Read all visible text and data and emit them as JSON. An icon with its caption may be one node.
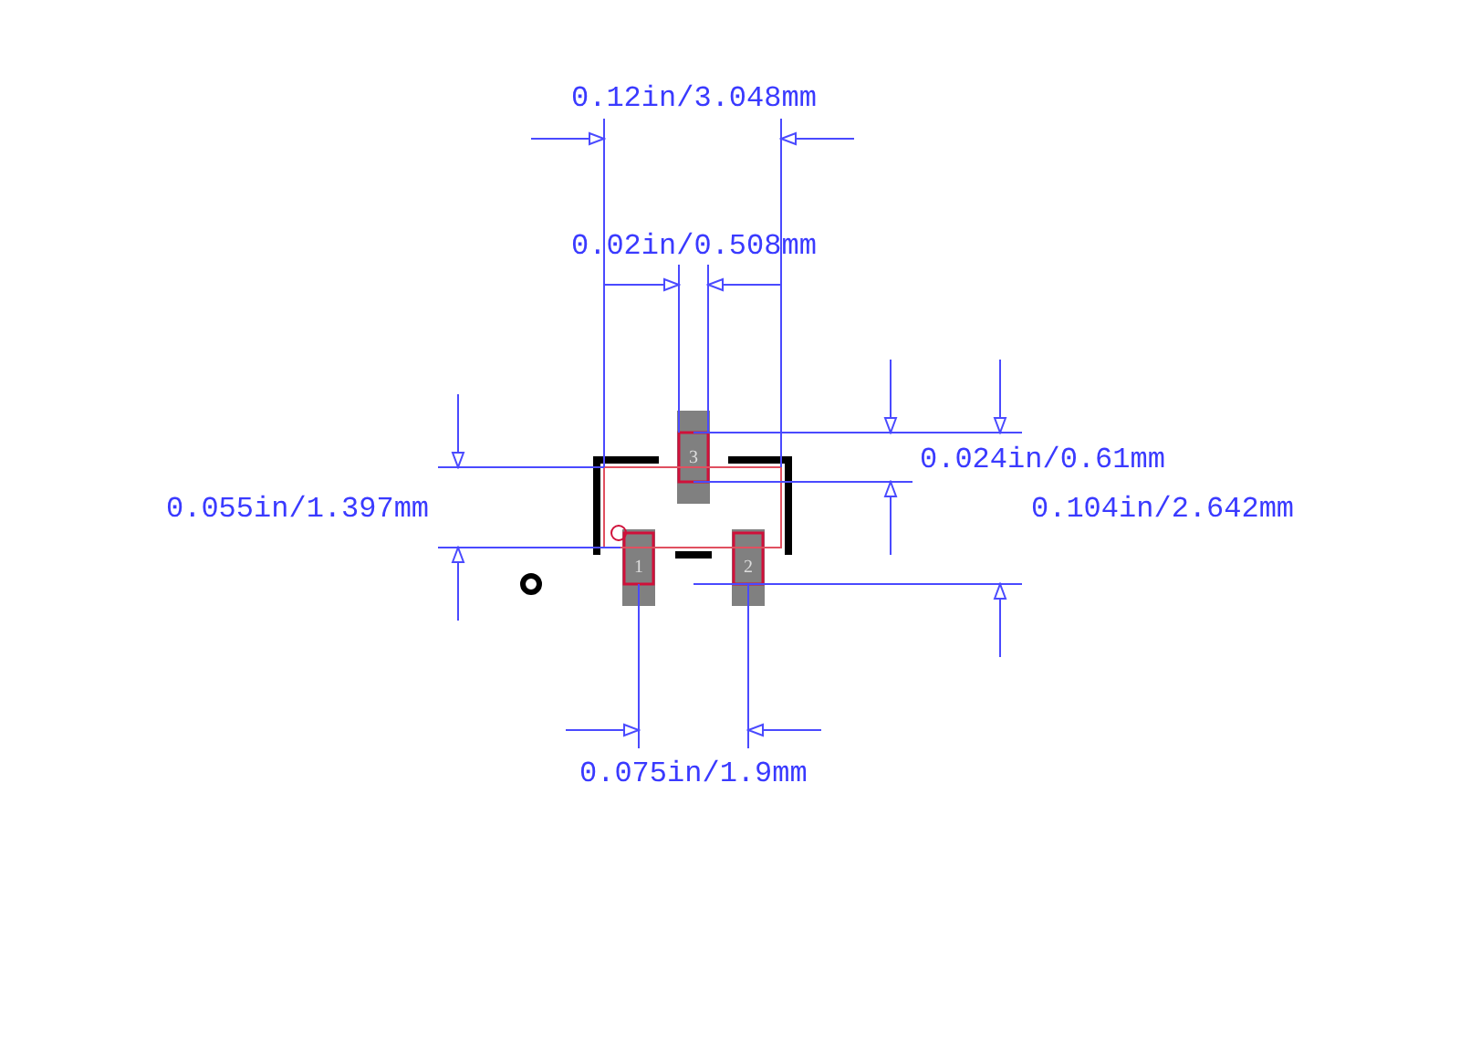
{
  "diagram": {
    "nodes": [
      {
        "text": [
          "3"
        ]
      },
      {
        "text": [
          "1"
        ]
      },
      {
        "text": [
          "2"
        ]
      }
    ],
    "labels": [
      "0.12in/3.048mm",
      "0.02in/0.508mm",
      "0.024in/0.61mm",
      "0.055in/1.397mm",
      "0.104in/2.642mm",
      "0.075in/1.9mm"
    ]
  }
}
